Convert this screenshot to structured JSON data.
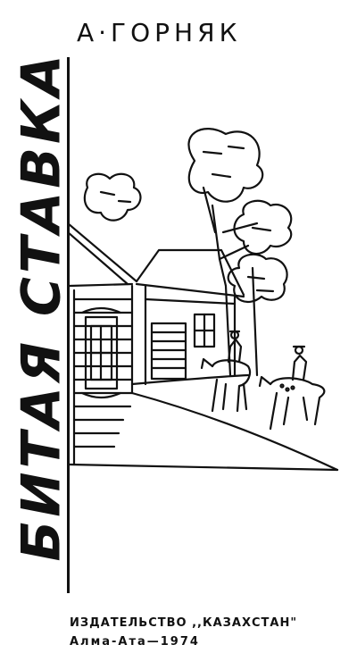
{
  "cover": {
    "title": "БИТАЯ СТАВКА",
    "author": "А·ГОРНЯК",
    "publisher": "ИЗДАТЕЛЬСТВО ,,КАЗАХСТАН\"",
    "city_year": "Алма-Ата—1974"
  },
  "illustration": {
    "subject_icons": [
      "log-house-icon",
      "wooden-house-icon",
      "tree-icon",
      "horse-rider-icon",
      "horse-rider-icon"
    ]
  },
  "colors": {
    "ink": "#111111",
    "paper": "#ffffff"
  }
}
